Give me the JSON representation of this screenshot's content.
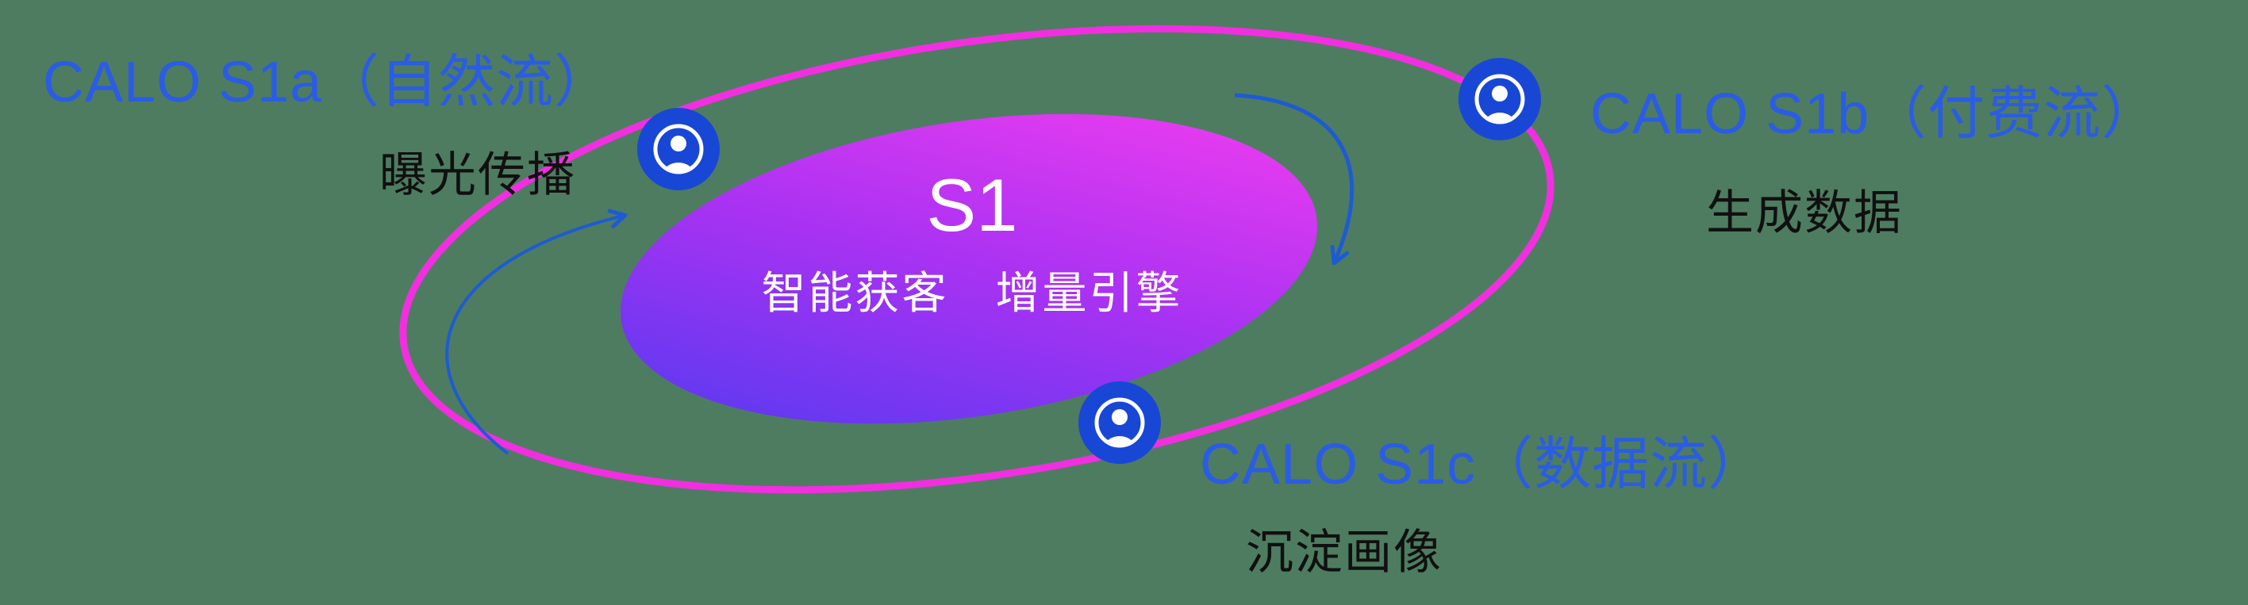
{
  "center": {
    "title": "S1",
    "subtitle": "智能获客　增量引擎"
  },
  "nodes": [
    {
      "id": "s1a",
      "label": "CALO S1a（自然流）",
      "sublabel": "曝光传播",
      "icon": "user-circle-icon"
    },
    {
      "id": "s1b",
      "label": "CALO S1b（付费流）",
      "sublabel": "生成数据",
      "icon": "user-circle-icon"
    },
    {
      "id": "s1c",
      "label": "CALO S1c（数据流）",
      "sublabel": "沉淀画像",
      "icon": "user-circle-icon"
    }
  ],
  "colors": {
    "background": "#4e7c61",
    "label_blue": "#2a5ce5",
    "sublabel_dark": "#101010",
    "orbit_pink": "#f12fe0",
    "icon_blue": "#1847d6",
    "arrow_blue": "#1d5bd4",
    "core_gradient_start": "#4b3bf0",
    "core_gradient_mid": "#a832f2",
    "core_gradient_end": "#ea3cf0",
    "core_text": "#ffffff"
  }
}
